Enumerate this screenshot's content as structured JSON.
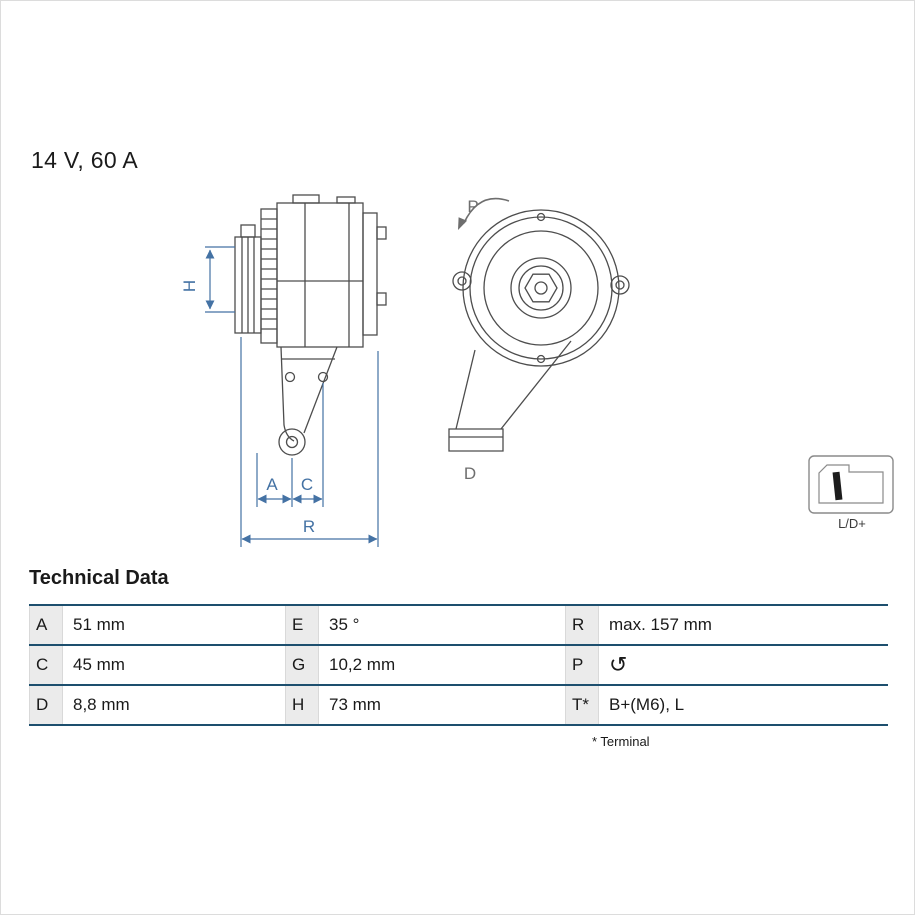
{
  "header": {
    "rating": "14 V, 60 A"
  },
  "diagram": {
    "dim_labels": {
      "h": "H",
      "a": "A",
      "c": "C",
      "r": "R"
    },
    "view_labels": {
      "p": "P",
      "d": "D"
    },
    "connector_label": "L/D+"
  },
  "technical_data": {
    "title": "Technical Data",
    "rows": [
      [
        {
          "key": "A",
          "value": "51 mm"
        },
        {
          "key": "E",
          "value": "35 °"
        },
        {
          "key": "R",
          "value": "max. 157 mm"
        }
      ],
      [
        {
          "key": "C",
          "value": "45 mm"
        },
        {
          "key": "G",
          "value": "10,2 mm"
        },
        {
          "key": "P",
          "value": "↺",
          "icon": "rotation-direction-icon"
        }
      ],
      [
        {
          "key": "D",
          "value": "8,8 mm"
        },
        {
          "key": "H",
          "value": "73 mm"
        },
        {
          "key": "T*",
          "value": "B+(M6), L"
        }
      ]
    ],
    "footnote": "* Terminal"
  },
  "colors": {
    "dimension_blue": "#4472a4",
    "table_rule": "#1d4f6e",
    "drawing_gray": "#4d4d4d",
    "key_cell_bg": "#ebebeb"
  }
}
